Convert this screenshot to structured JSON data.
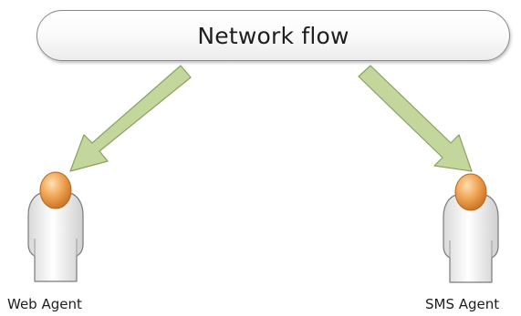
{
  "diagram": {
    "flow_title": "Network flow",
    "agents": [
      {
        "label": "Web Agent"
      },
      {
        "label": "SMS Agent"
      }
    ]
  },
  "colors": {
    "arrow_fill": "#c3d69b",
    "arrow_stroke": "#8aa060",
    "head_fill": "#f0a050",
    "body_fill": "#f4f4f4"
  }
}
